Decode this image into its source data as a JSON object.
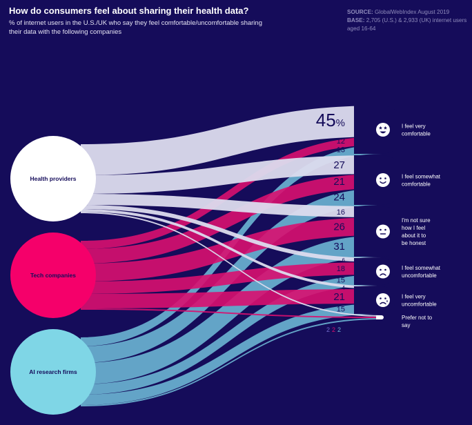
{
  "title": "How do consumers feel about sharing their health data?",
  "subtitle": "% of internet users in the U.S./UK who say they feel comfortable/uncomfortable sharing their data with the following companies",
  "source_label": "SOURCE:",
  "source_text": "GlobalWebIndex August 2019",
  "base_label": "BASE:",
  "base_text": "2,705 (U.S.) & 2,933 (UK) internet users aged 16-64",
  "colors": {
    "background": "#150c5a",
    "health_providers": "#ffffff",
    "tech_companies": "#f5006a",
    "ai_research_firms": "#7fd6e6",
    "flow_white": "#dcdcee",
    "flow_pink": "#d8106f",
    "flow_blue": "#6cb5d3"
  },
  "chart_data": {
    "type": "sankey",
    "unit": "%",
    "sources": [
      "Health providers",
      "Tech companies",
      "AI research firms"
    ],
    "targets": [
      {
        "label": "I feel very comfortable",
        "icon": "star-eyes-face-icon"
      },
      {
        "label": "I feel somewhat comfortable",
        "icon": "smiling-face-icon"
      },
      {
        "label": "I'm not sure how I feel about it to be honest",
        "icon": "neutral-face-icon"
      },
      {
        "label": "I feel somewhat uncomfortable",
        "icon": "frowning-face-icon"
      },
      {
        "label": "I feel very uncomfortable",
        "icon": "crying-face-icon"
      },
      {
        "label": "Prefer not to say",
        "icon": ""
      }
    ],
    "values": {
      "Health providers": [
        45,
        27,
        16,
        6,
        4,
        2
      ],
      "Tech companies": [
        12,
        21,
        26,
        18,
        21,
        2
      ],
      "AI research firms": [
        13,
        24,
        31,
        15,
        15,
        2
      ]
    },
    "value_labels": [
      [
        "45",
        "%"
      ],
      [
        "12"
      ],
      [
        "13"
      ],
      [
        "27"
      ],
      [
        "21"
      ],
      [
        "24"
      ],
      [
        "16"
      ],
      [
        "26"
      ],
      [
        "31"
      ],
      [
        "6"
      ],
      [
        "18"
      ],
      [
        "15"
      ],
      [
        "4"
      ],
      [
        "21"
      ],
      [
        "15"
      ],
      [
        "2"
      ],
      [
        "2"
      ],
      [
        "2"
      ]
    ]
  }
}
